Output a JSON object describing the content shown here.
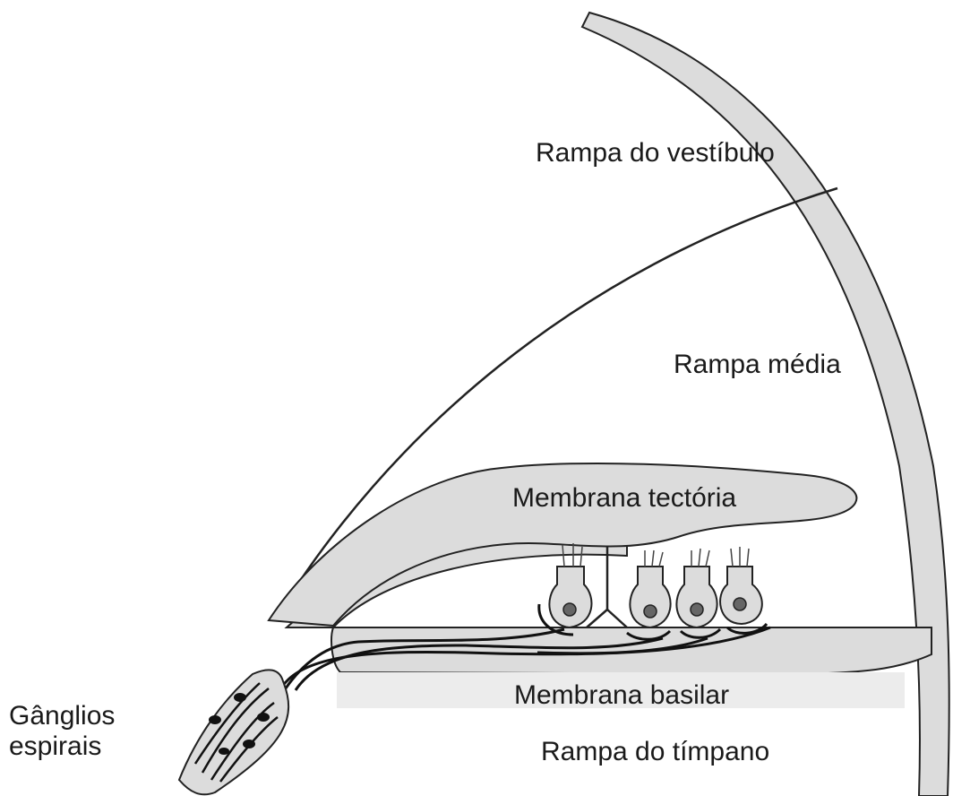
{
  "labels": {
    "scala_vestibuli": "Rampa do vestíbulo",
    "scala_media": "Rampa média",
    "tectorial_membrane": "Membrana tectória",
    "basilar_membrane": "Membrana basilar",
    "scala_tympani": "Rampa do tímpano",
    "spiral_ganglia_line1": "Gânglios",
    "spiral_ganglia_line2": "espirais"
  },
  "colors": {
    "fill_gray": "#dcdcdc",
    "stroke": "#222222",
    "background": "#ffffff"
  }
}
